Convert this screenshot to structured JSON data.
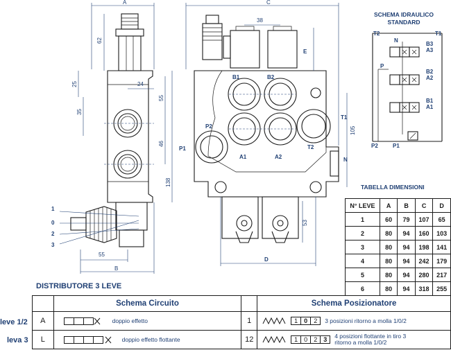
{
  "main_dimensions": {
    "A": "A",
    "C": "C",
    "B": "B",
    "D": "D",
    "E": "E",
    "N": "N",
    "v62": "62",
    "v25": "25",
    "v24": "24",
    "v55a": "55",
    "v35": "35",
    "v46": "46",
    "v138": "138",
    "v38": "38",
    "v105": "105",
    "v53": "53",
    "v55b": "55"
  },
  "ports": {
    "b1": "B1",
    "b2": "B2",
    "a1": "A1",
    "a2": "A2",
    "p1": "P1",
    "p2": "P2",
    "t1": "T1",
    "t2": "T2"
  },
  "lever_positions": {
    "p1": "1",
    "p0": "0",
    "p2": "2",
    "p3": "3"
  },
  "hydraulic_schema": {
    "title": "SCHEMA IDRAULICO STANDARD",
    "t2": "T2",
    "t1": "T1",
    "n": "N",
    "p": "P",
    "p2": "P2",
    "p1": "P1",
    "b3": "B3",
    "a3": "A3",
    "b2": "B2",
    "a2": "A2",
    "b1": "B1",
    "a1": "A1"
  },
  "dimension_table": {
    "title": "TABELLA DIMENSIONI",
    "headers": [
      "N° LEVE",
      "A",
      "B",
      "C",
      "D"
    ],
    "rows": [
      [
        "1",
        "60",
        "79",
        "107",
        "65"
      ],
      [
        "2",
        "80",
        "94",
        "160",
        "103"
      ],
      [
        "3",
        "80",
        "94",
        "198",
        "141"
      ],
      [
        "4",
        "80",
        "94",
        "242",
        "179"
      ],
      [
        "5",
        "80",
        "94",
        "280",
        "217"
      ],
      [
        "6",
        "80",
        "94",
        "318",
        "255"
      ]
    ]
  },
  "distributor": {
    "title": "DISTRIBUTORE 3 LEVE",
    "col_circuit": "Schema Circuito",
    "col_positioner": "Schema Posizionatore",
    "rows": [
      {
        "label": "leve 1/2",
        "code": "A",
        "desc": "doppio effetto",
        "pos_code": "1",
        "pos_digits": [
          "1",
          "0",
          "2"
        ],
        "pos_desc": "3 posizioni ritorno a molla 1/0/2"
      },
      {
        "label": "leva 3",
        "code": "L",
        "desc": "doppio effetto flottante",
        "pos_code": "12",
        "pos_digits": [
          "1",
          "0",
          "2",
          "3"
        ],
        "pos_desc_1": "4 posizioni flottante in tiro 3",
        "pos_desc_2": "ritorno a molla 1/0/2"
      }
    ]
  }
}
